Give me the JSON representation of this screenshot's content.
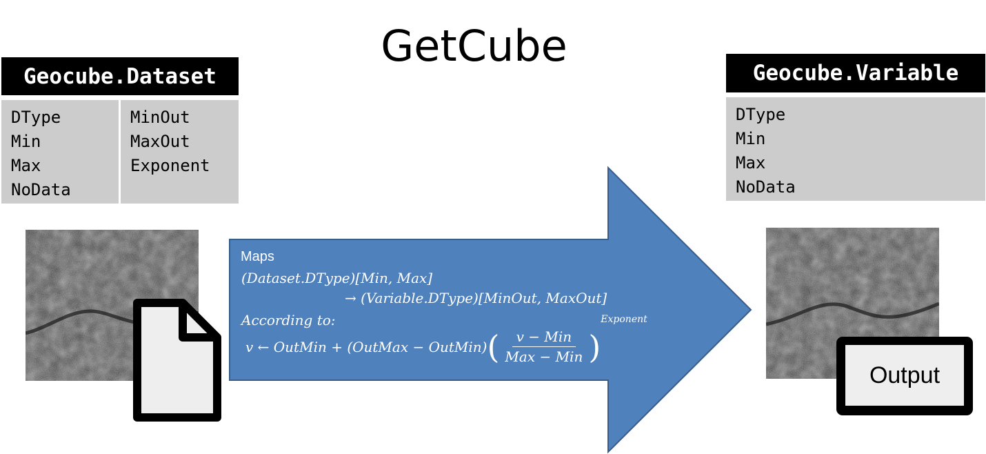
{
  "title": "GetCube",
  "dataset": {
    "header": "Geocube.Dataset",
    "col1": [
      "DType",
      "Min",
      "Max",
      "NoData"
    ],
    "col2": [
      "MinOut",
      "MaxOut",
      "Exponent"
    ]
  },
  "variable": {
    "header": "Geocube.Variable",
    "items": [
      "DType",
      "Min",
      "Max",
      "NoData"
    ]
  },
  "arrow": {
    "maps_label": "Maps",
    "line1": "(Dataset.DType)[Min, Max]",
    "line2": "→ (Variable.DType)[MinOut, MaxOut]",
    "according": "According to:",
    "formula_lhs": "v ← OutMin + (OutMax − OutMin)",
    "numerator": "v − Min",
    "denominator": "Max − Min",
    "exponent": "Exponent",
    "color": "#4f81bd"
  },
  "output_label": "Output",
  "colors": {
    "header_bg": "#000000",
    "card_bg": "#cccccc",
    "arrow": "#4f81bd"
  },
  "icons": {
    "file": "file-icon",
    "output": "output-box"
  }
}
